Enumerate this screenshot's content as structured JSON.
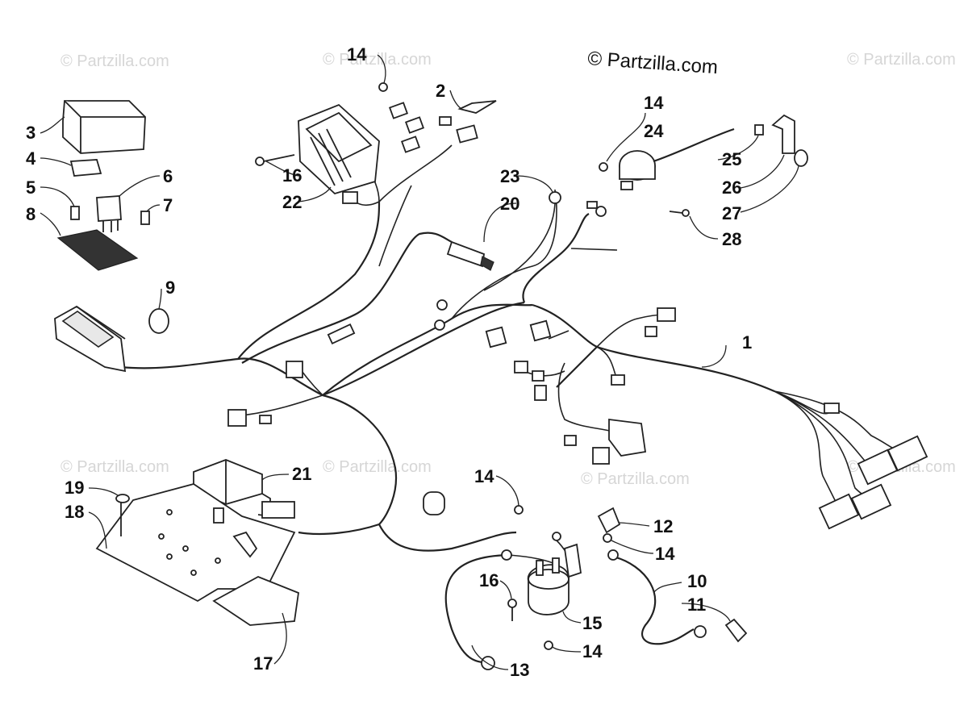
{
  "copyright": "© Partzilla.com",
  "watermark": "© Partzilla.com",
  "callouts": {
    "c1": "1",
    "c2": "2",
    "c3": "3",
    "c4": "4",
    "c5": "5",
    "c6": "6",
    "c7": "7",
    "c8": "8",
    "c9": "9",
    "c10": "10",
    "c11": "11",
    "c12": "12",
    "c13": "13",
    "c14a": "14",
    "c14b": "14",
    "c14c": "14",
    "c14d": "14",
    "c14e": "14",
    "c15": "15",
    "c16a": "16",
    "c16b": "16",
    "c17": "17",
    "c18": "18",
    "c19": "19",
    "c20": "20",
    "c21": "21",
    "c22": "22",
    "c23": "23",
    "c24": "24",
    "c25": "25",
    "c26": "26",
    "c27": "27",
    "c28": "28"
  }
}
